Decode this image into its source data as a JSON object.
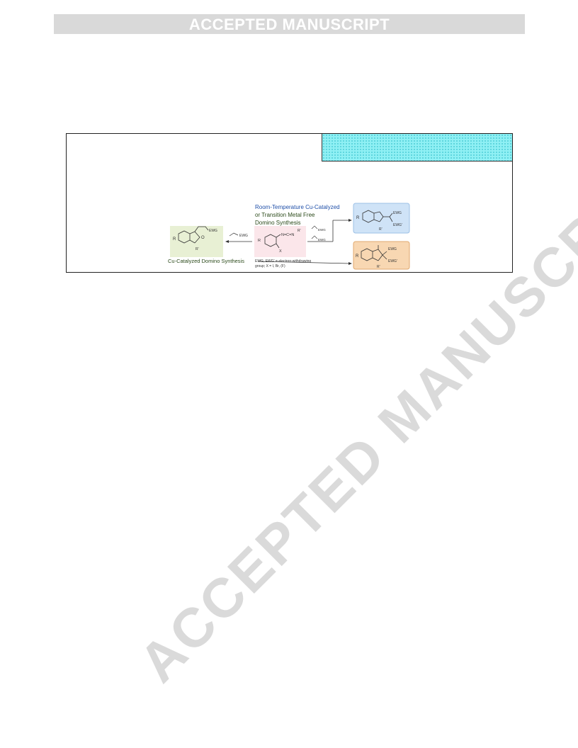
{
  "banner": {
    "text": "ACCEPTED MANUSCRIPT"
  },
  "watermark": {
    "text": "ACCEPTED MANUSCRIPT"
  },
  "scheme": {
    "title_line1": "Room-Temperature Cu-Catalyzed",
    "title_line2": "or Transition Metal Free",
    "title_line3": "Domino Synthesis",
    "left_caption": "Cu-Catalyzed Domino Synthesis",
    "reagent_left": "EWG",
    "reagent_top1": "EWG",
    "reagent_top2": "EWG",
    "note_line1": "EWG, EWG' = electron-withdrawing",
    "note_line2": "group; X = I, Br, (F)",
    "center_atoms": "N=C=N",
    "center_r1": "R",
    "center_r2": "R'",
    "center_x": "X",
    "left_r": "R",
    "left_r2": "R'",
    "left_o": "O",
    "left_ewg": "EWG",
    "top_r": "R",
    "top_ewg1": "EWG",
    "top_ewg2": "EWG'",
    "top_r2": "R'",
    "bot_r": "R",
    "bot_ewg1": "EWG",
    "bot_ewg2": "EWG'",
    "bot_r2": "R'",
    "colors": {
      "title": "#1f4fa8",
      "title_dark": "#2b4a1a",
      "left_box": "#e8f0d4",
      "center_box": "#fbe6ea",
      "top_box": "#cfe3f7",
      "bottom_box": "#f8d7b2"
    }
  }
}
